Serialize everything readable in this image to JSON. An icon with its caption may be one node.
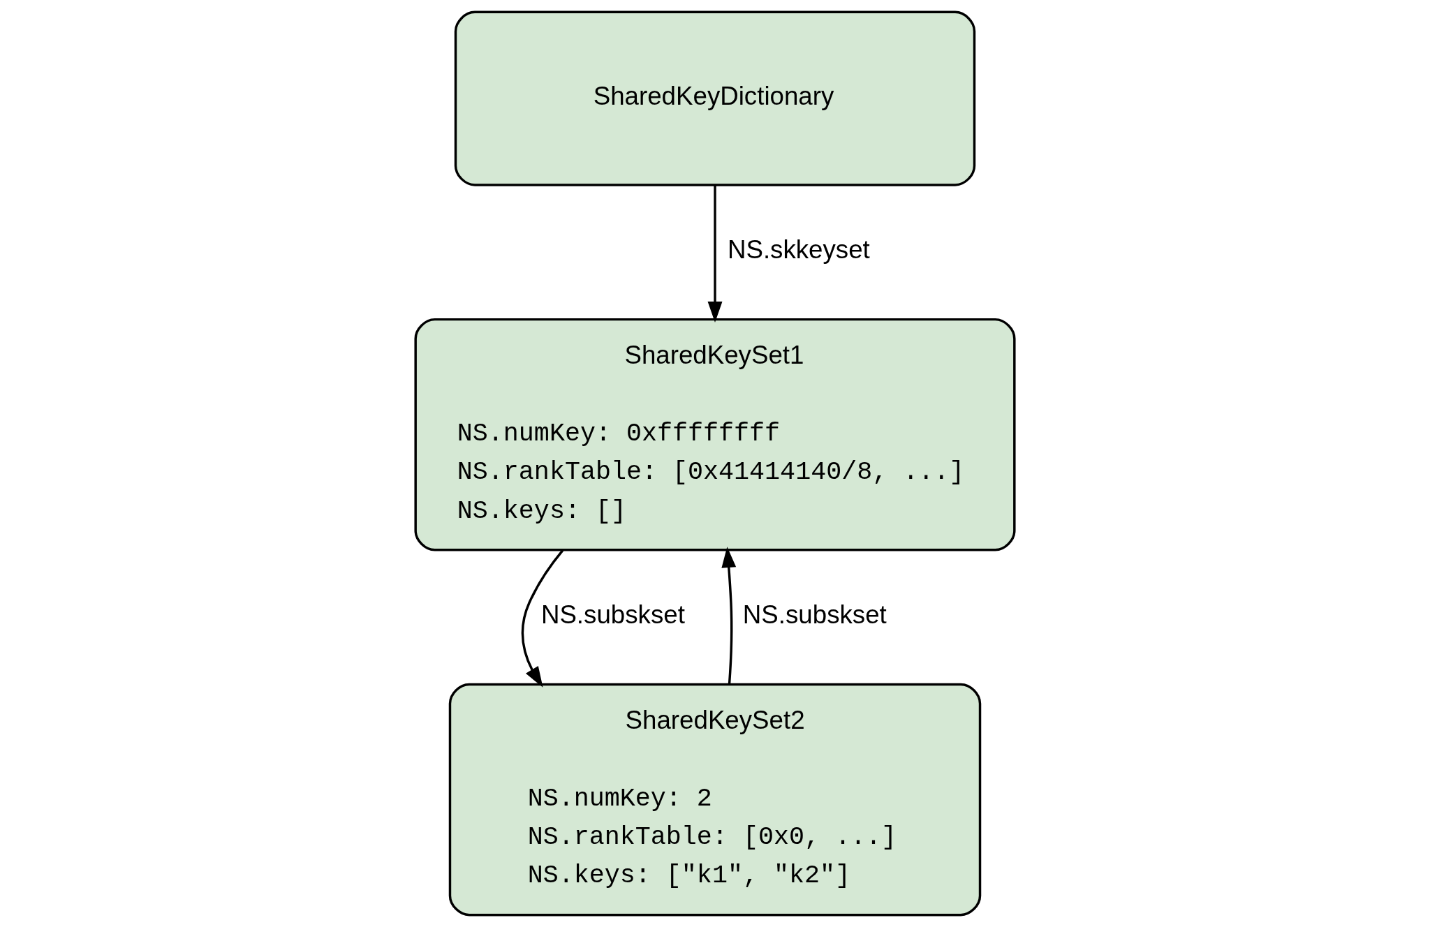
{
  "diagram": {
    "nodes": [
      {
        "text": [
          "SharedKeyDictionary"
        ]
      },
      {
        "text": [
          "SharedKeySet1",
          "NS.numKey: 0xffffffff",
          "NS.rankTable: [0x41414140/8, ...]",
          "NS.keys: []"
        ]
      },
      {
        "text": [
          "SharedKeySet2",
          "NS.numKey: 2",
          "NS.rankTable: [0x0, ...]",
          "NS.keys: [\"k1\", \"k2\"]"
        ]
      }
    ],
    "edges": [
      {
        "from": 0,
        "to": 1,
        "arrow": "to",
        "label": "NS.skkeyset"
      },
      {
        "from": 1,
        "to": 2,
        "arrow": "to",
        "label": "NS.subskset"
      },
      {
        "from": 2,
        "to": 1,
        "arrow": "to",
        "label": "NS.subskset"
      }
    ]
  }
}
